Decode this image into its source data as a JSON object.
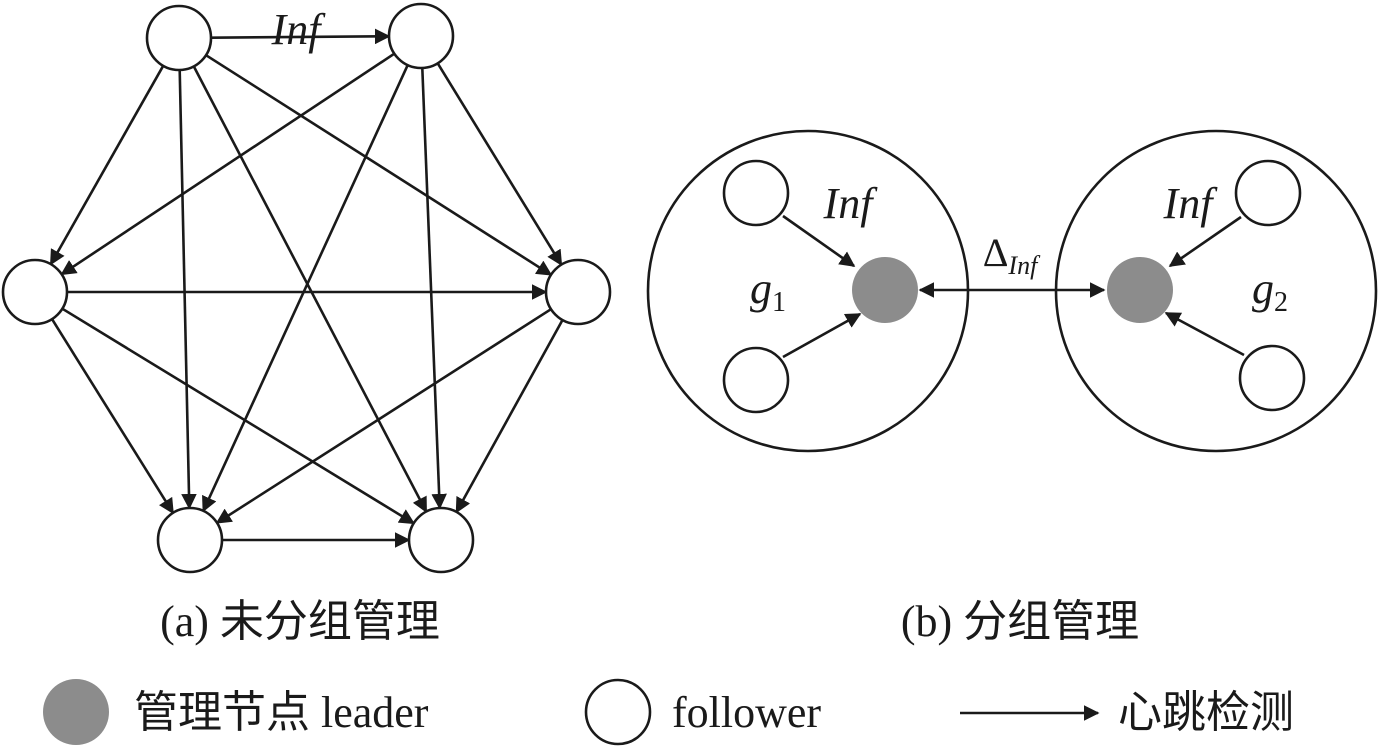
{
  "panel_a": {
    "edge_label": "Inf",
    "caption": "(a) 未分组管理"
  },
  "panel_b": {
    "group1_label": {
      "base": "g",
      "sub": "1"
    },
    "group2_label": {
      "base": "g",
      "sub": "2"
    },
    "group1_inf": "Inf",
    "group2_inf": "Inf",
    "delta_label": {
      "symbol": "Δ",
      "sub": "Inf"
    },
    "caption": "(b) 分组管理"
  },
  "legend": {
    "leader": "管理节点 leader",
    "follower": "follower",
    "heartbeat": "心跳检测"
  },
  "colors": {
    "stroke": "#1a1a1a",
    "leader_fill": "#8c8c8c",
    "background": "#ffffff"
  }
}
